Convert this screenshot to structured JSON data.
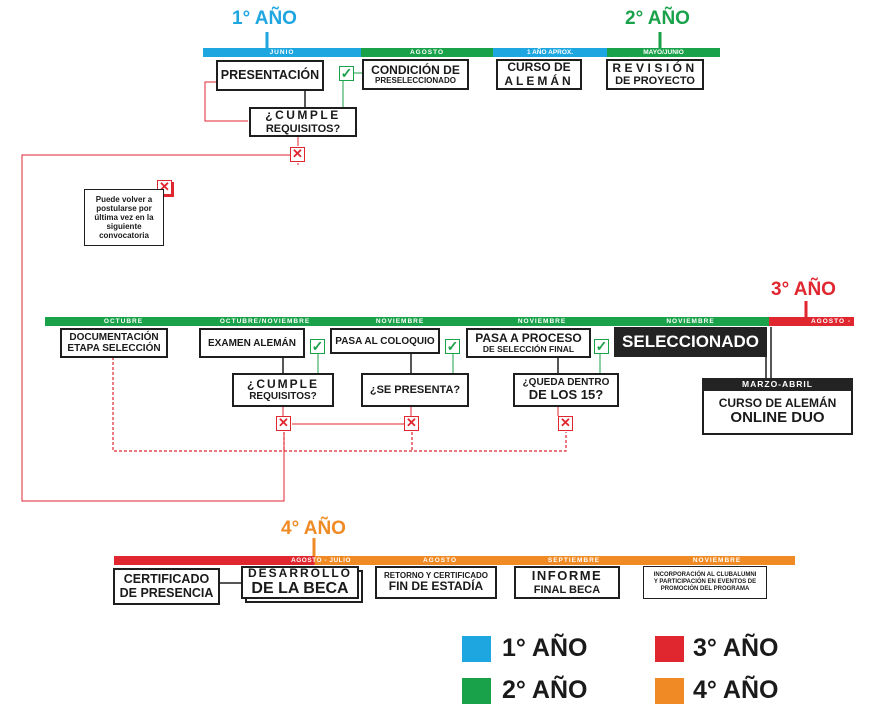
{
  "colors": {
    "year1": "#1ea6e0",
    "year2": "#1aa24a",
    "year3": "#e0262f",
    "year4": "#f08a24"
  },
  "years": {
    "y1": "1° AÑO",
    "y2": "2° AÑO",
    "y3": "3° AÑO",
    "y4": "4° AÑO"
  },
  "row1": {
    "bars": [
      "JUNIO",
      "AGOSTO",
      "1 AÑO APROX.",
      "MAYO/JUNIO"
    ],
    "presentacion": "PRESENTACIÓN",
    "cumple_line1": "¿CUMPLE",
    "cumple_line2": "REQUISITOS?",
    "condicion_line1": "CONDICIÓN DE",
    "condicion_line2": "PRESELECCIONADO",
    "curso_line1": "CURSO DE",
    "curso_line2": "ALEMÁN",
    "revision_line1": "REVISIÓN",
    "revision_line2": "DE PROYECTO",
    "note": [
      "Puede volver a",
      "postularse por",
      "última vez en la",
      "siguiente",
      "convocatoria"
    ]
  },
  "row2": {
    "bars": [
      "OCTUBRE",
      "OCTUBRE/NOVIEMBRE",
      "NOVIEMBRE",
      "NOVIEMBRE",
      "NOVIEMBRE",
      "AGOSTO -"
    ],
    "doc_line1": "DOCUMENTACIÓN",
    "doc_line2": "ETAPA SELECCIÓN",
    "examen": "EXAMEN ALEMÁN",
    "cumple_line1": "¿CUMPLE",
    "cumple_line2": "REQUISITOS?",
    "coloquio": "PASA AL COLOQUIO",
    "presenta": "¿SE PRESENTA?",
    "proceso_line1": "PASA A PROCESO",
    "proceso_line2": "DE SELECCIÓN FINAL",
    "queda_line1": "¿QUEDA DENTRO",
    "queda_line2": "DE LOS 15?",
    "seleccionado": "SELECCIONADO",
    "marzo": "MARZO-ABRIL",
    "online_line1": "CURSO DE ALEMÁN",
    "online_line2": "ONLINE DUO"
  },
  "row3": {
    "bars": [
      "AGOSTO - JULIO",
      "AGOSTO",
      "SEPTIEMBRE",
      "NOVIEMBRE"
    ],
    "cert_line1": "CERTIFICADO",
    "cert_line2": "DE PRESENCIA",
    "desa_line1": "DESARROLLO",
    "desa_line2": "DE LA BECA",
    "retorno_line1": "RETORNO Y CERTIFICADO",
    "retorno_line2": "FIN DE ESTADÍA",
    "informe_line1": "INFORME",
    "informe_line2": "FINAL BECA",
    "incorp": [
      "INCORPORACIÓN AL CLUBALUMNI",
      "Y PARTICIPACIÓN EN EVENTOS DE",
      "PROMOCIÓN DEL PROGRAMA"
    ]
  },
  "legend": [
    "1° AÑO",
    "2° AÑO",
    "3° AÑO",
    "4° AÑO"
  ]
}
